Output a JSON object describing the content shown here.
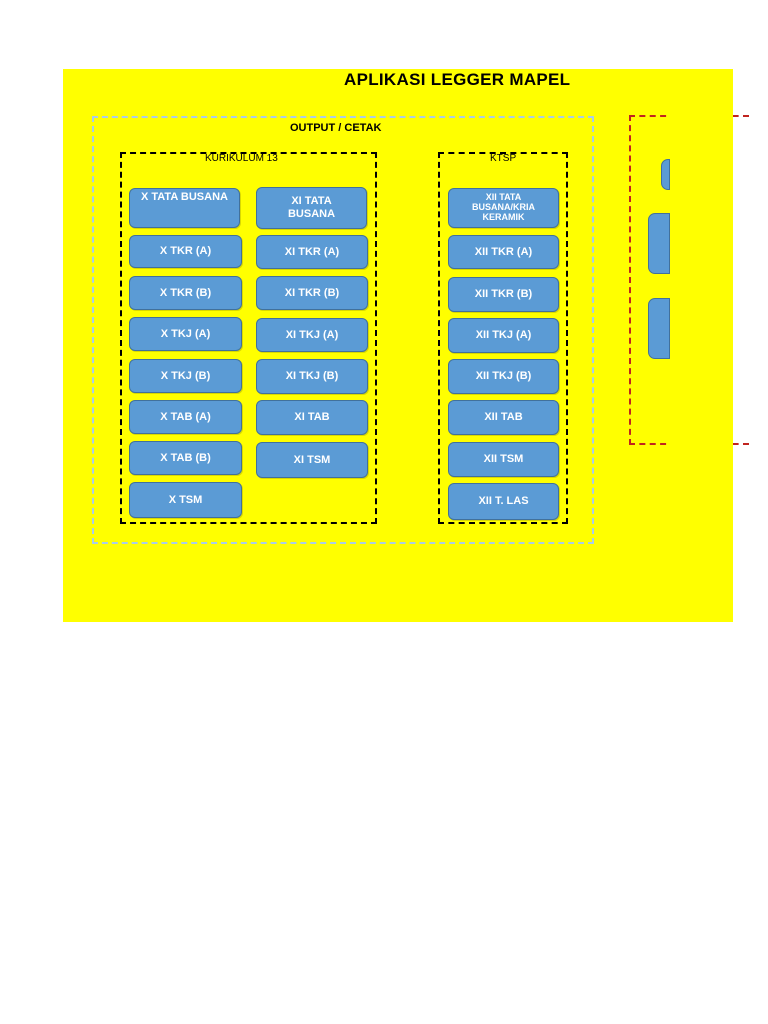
{
  "title": "APLIKASI LEGGER MAPEL",
  "output_label": "OUTPUT / CETAK",
  "kurikulum13": {
    "label": "KURIKULUM 13",
    "col_x": [
      "X TATA BUSANA",
      "X TKR (A)",
      "X TKR (B)",
      "X TKJ (A)",
      "X TKJ (B)",
      "X TAB (A)",
      "X TAB (B)",
      "X TSM"
    ],
    "col_xi": [
      "XI TATA\nBUSANA",
      "XI TKR (A)",
      "XI TKR (B)",
      "XI TKJ (A)",
      "XI TKJ (B)",
      "XI TAB",
      "XI TSM"
    ]
  },
  "ktsp": {
    "label": "KTSP",
    "col_xii": [
      "XII TATA\nBUSANA/KRIA\nKERAMIK",
      "XII TKR (A)",
      "XII TKR (B)",
      "XII TKJ (A)",
      "XII TKJ (B)",
      "XII TAB",
      "XII TSM",
      "XII T. LAS"
    ]
  },
  "colors": {
    "sheet_background": "#ffff00",
    "button_fill": "#5b9bd5",
    "button_border": "#41719c",
    "output_frame_border": "#a9cce8",
    "side_frame_border": "#c0241f"
  }
}
